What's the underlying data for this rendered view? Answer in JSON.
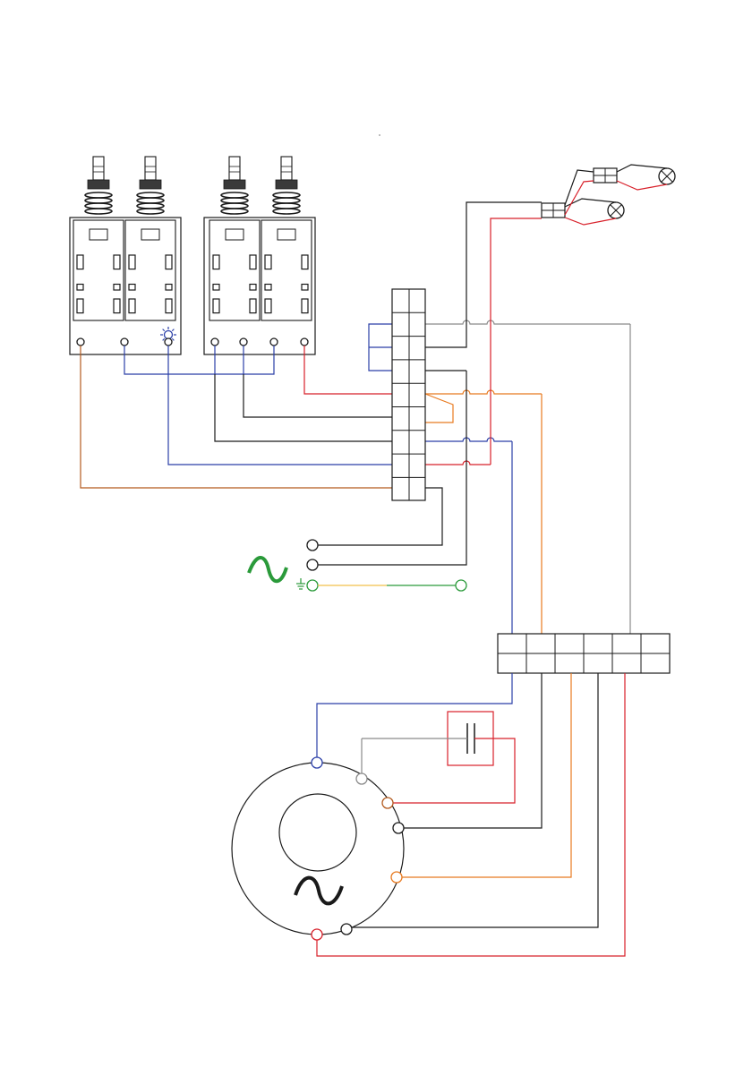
{
  "diagram": {
    "kind": "wiring",
    "colors": {
      "line": "#1a1a1a",
      "red": "#d8202a",
      "blue": "#2b3fa8",
      "orange": "#e87a20",
      "brown": "#b35a1e",
      "grey": "#8a8a8a",
      "green": "#2a9a3a",
      "yellow": "#f2c04a",
      "pushbutton_dark": "#3a3a3a"
    },
    "pushbuttons": {
      "count": 4,
      "light_icon": "sun-icon"
    },
    "terminal_block_vertical": {
      "rows": 9
    },
    "terminal_block_horizontal": {
      "cols": 6
    },
    "power_input": {
      "symbol": "ac-sine-icon",
      "earth_symbol": "earth-ground-icon"
    },
    "lamps": {
      "count": 2,
      "symbol": "lamp-cross-icon"
    },
    "capacitor": {
      "symbol": "capacitor-icon"
    },
    "motor": {
      "symbol": "ac-sine-icon",
      "terminals": 7
    }
  }
}
